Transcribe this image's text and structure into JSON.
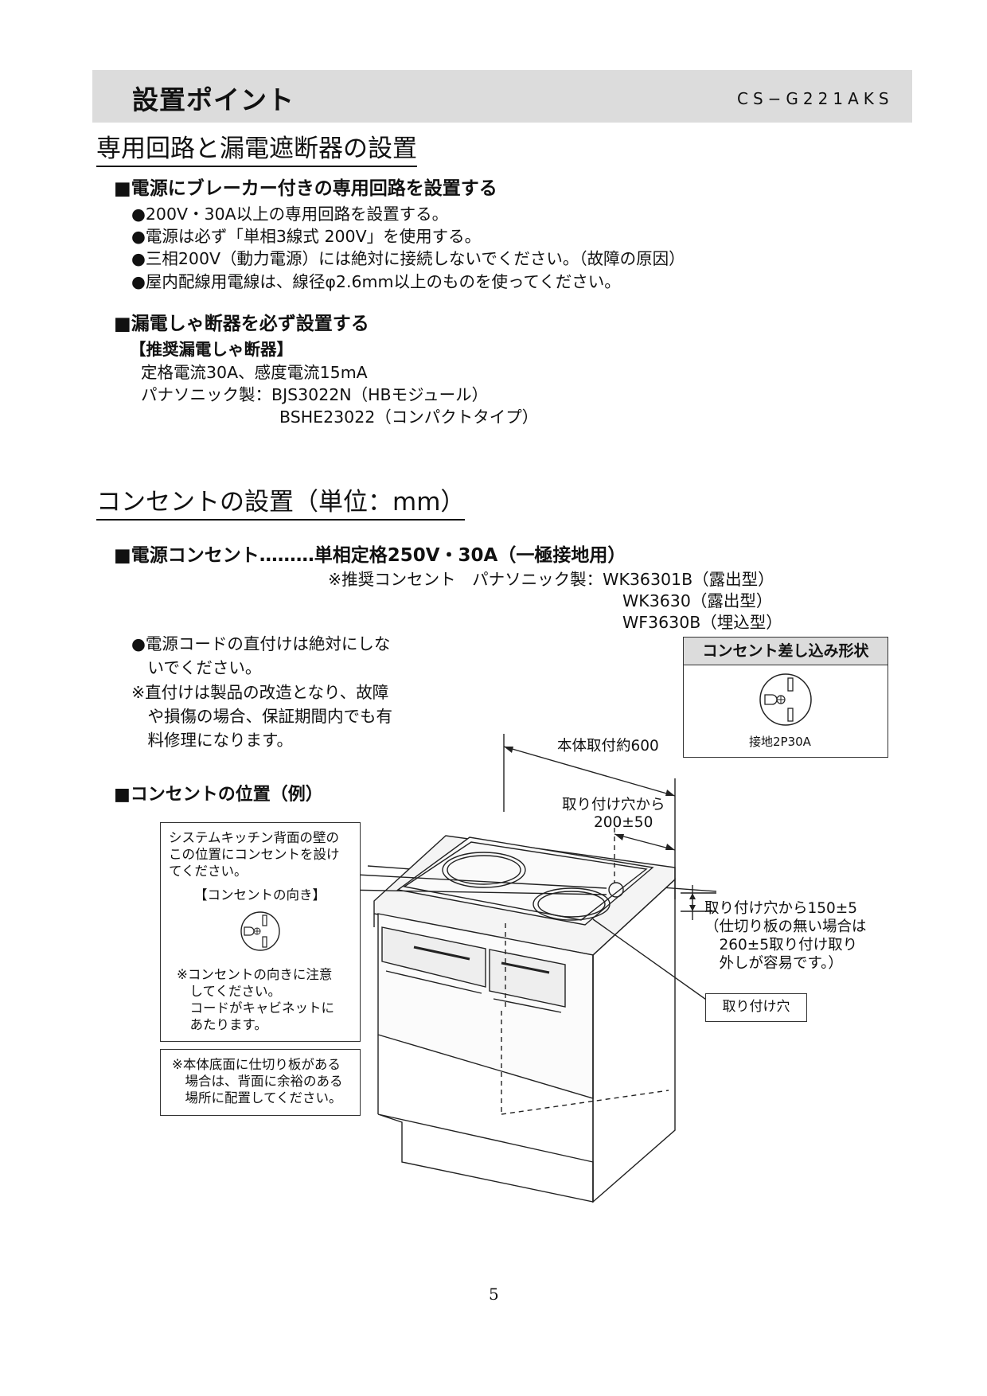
{
  "header": {
    "title": "設置ポイント",
    "model": "CS−G221AKS"
  },
  "section1": {
    "title": "専用回路と漏電遮断器の設置",
    "block1": {
      "heading": "■電源にブレーカー付きの専用回路を設置する",
      "items": [
        "●200V・30A以上の専用回路を設置する。",
        "●電源は必ず「単相3線式 200V」を使用する。",
        "●三相200V（動力電源）には絶対に接続しないでください。（故障の原因）",
        "●屋内配線用電線は、線径φ2.6mm以上のものを使ってください。"
      ]
    },
    "block2": {
      "heading": "■漏電しゃ断器を必ず設置する",
      "label": "【推奨漏電しゃ断器】",
      "spec": "定格電流30A、感度電流15mA",
      "maker_line": "パナソニック製：BJS3022N（HBモジュール）",
      "model2": "BSHE23022（コンパクトタイプ）"
    }
  },
  "section2": {
    "title": "コンセントの設置（単位：mm）",
    "outlet_heading": "■電源コンセント………単相定格250V・30A（一極接地用）",
    "recommend_line": "※推奨コンセント　パナソニック製：WK36301B（露出型）",
    "model_b": "WK3630（露出型）",
    "model_c": "WF3630B（埋込型）",
    "warnings": [
      "●電源コードの直付けは絶対にしな",
      "　いでください。",
      "※直付けは製品の改造となり、故障",
      "　や損傷の場合、保証期間内でも有",
      "　料修理になります。"
    ],
    "shape_box": {
      "title": "コンセント差し込み形状",
      "caption": "接地2P30A"
    },
    "position_heading": "■コンセントの位置（例）"
  },
  "diagram": {
    "note_box1": {
      "lines": [
        "システムキッチン背面の壁の",
        "この位置にコンセントを設け",
        "てください。"
      ],
      "direction_label": "【コンセントの向き】",
      "caution_lines": [
        "※コンセントの向きに注意",
        "　してください。",
        "　コードがキャビネットに",
        "　あたります。"
      ]
    },
    "note_box2": {
      "lines": [
        "※本体底面に仕切り板がある",
        "　場合は、背面に余裕のある",
        "　場所に配置してください。"
      ]
    },
    "dim_width": "本体取付約600",
    "dim_hole_line1": "取り付け穴から",
    "dim_hole_line2": "200±50",
    "dim_vertical_lines": [
      "取り付け穴から150±5",
      "（仕切り板の無い場合は",
      "　260±5取り付け取り",
      "　外しが容易です。）"
    ],
    "hole_label": "取り付け穴"
  },
  "footer": {
    "page_number": "5"
  }
}
